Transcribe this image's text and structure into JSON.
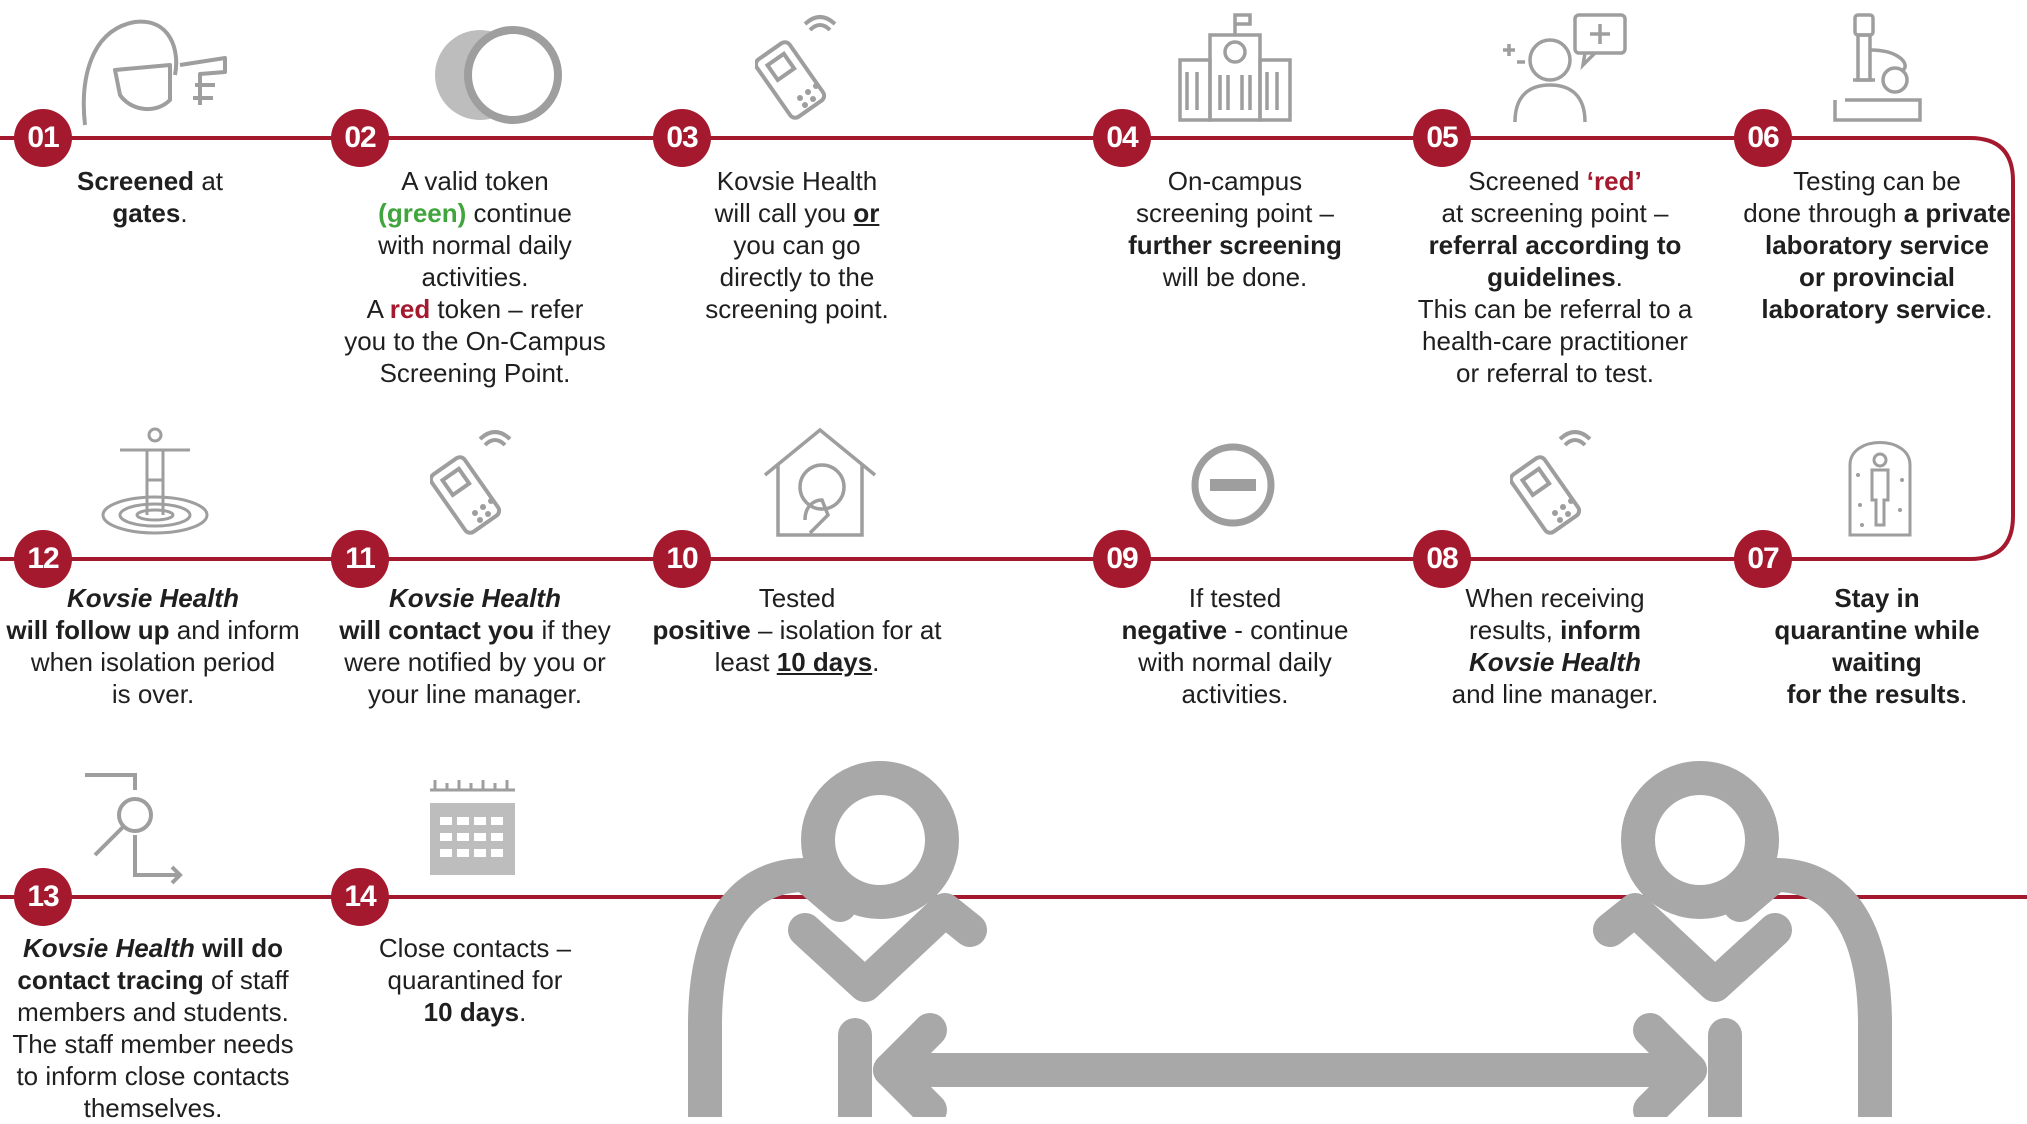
{
  "steps": [
    {
      "num": "01",
      "lines": [
        [
          [
            "b",
            "Screened"
          ],
          [
            "",
            "at"
          ]
        ],
        [
          [
            "b",
            "gates"
          ],
          [
            "",
            "."
          ]
        ]
      ]
    },
    {
      "num": "02",
      "lines": [
        [
          [
            "",
            "A valid token"
          ]
        ],
        [
          [
            "bg",
            "(green)"
          ],
          [
            "",
            " continue"
          ]
        ],
        [
          [
            "",
            "with normal daily"
          ]
        ],
        [
          [
            "",
            "activities."
          ]
        ],
        [
          [
            "",
            "A "
          ],
          [
            "br",
            "red"
          ],
          [
            "",
            " token – refer"
          ]
        ],
        [
          [
            "",
            "you to the On-Campus"
          ]
        ],
        [
          [
            "",
            "Screening Point."
          ]
        ]
      ]
    },
    {
      "num": "03",
      "lines": [
        [
          [
            "",
            "Kovsie Health"
          ]
        ],
        [
          [
            "",
            "will call you "
          ],
          [
            "bu",
            "or"
          ]
        ],
        [
          [
            "",
            "you can go"
          ]
        ],
        [
          [
            "",
            "directly to the"
          ]
        ],
        [
          [
            "",
            "screening point."
          ]
        ]
      ]
    },
    {
      "num": "04",
      "lines": [
        [
          [
            "",
            "On-campus"
          ]
        ],
        [
          [
            "",
            "screening point –"
          ]
        ],
        [
          [
            "b",
            "further screening"
          ]
        ],
        [
          [
            "",
            "will be done."
          ]
        ]
      ]
    },
    {
      "num": "05",
      "lines": [
        [
          [
            "",
            "Screened "
          ],
          [
            "br",
            "‘red’"
          ]
        ],
        [
          [
            "",
            "at screening point –"
          ]
        ],
        [
          [
            "b",
            "referral according to"
          ]
        ],
        [
          [
            "b",
            "guidelines"
          ],
          [
            "",
            "."
          ]
        ],
        [
          [
            "",
            "This can be referral to a"
          ]
        ],
        [
          [
            "",
            "health-care practitioner"
          ]
        ],
        [
          [
            "",
            "or referral to test."
          ]
        ]
      ]
    },
    {
      "num": "06",
      "lines": [
        [
          [
            "",
            "Testing can be"
          ]
        ],
        [
          [
            "",
            "done through "
          ],
          [
            "b",
            "a private"
          ]
        ],
        [
          [
            "b",
            "laboratory service"
          ]
        ],
        [
          [
            "b",
            "or provincial"
          ]
        ],
        [
          [
            "b",
            "laboratory service"
          ],
          [
            "",
            "."
          ]
        ]
      ]
    },
    {
      "num": "07",
      "lines": [
        [
          [
            "b",
            "Stay in"
          ]
        ],
        [
          [
            "b",
            "quarantine while waiting"
          ]
        ],
        [
          [
            "b",
            "for the results"
          ],
          [
            "",
            "."
          ]
        ]
      ]
    },
    {
      "num": "08",
      "lines": [
        [
          [
            "",
            "When receiving"
          ]
        ],
        [
          [
            "",
            "results, "
          ],
          [
            "b",
            "inform"
          ]
        ],
        [
          [
            "bi",
            "Kovsie Health"
          ]
        ],
        [
          [
            "",
            "and line manager."
          ]
        ]
      ]
    },
    {
      "num": "09",
      "lines": [
        [
          [
            "",
            "If tested"
          ]
        ],
        [
          [
            "b",
            "negative"
          ],
          [
            "",
            " - continue"
          ]
        ],
        [
          [
            "",
            "with normal daily"
          ]
        ],
        [
          [
            "",
            "activities."
          ]
        ]
      ]
    },
    {
      "num": "10",
      "lines": [
        [
          [
            "",
            "Tested"
          ]
        ],
        [
          [
            "b",
            "positive"
          ],
          [
            "",
            " – isolation for at"
          ]
        ],
        [
          [
            "",
            "least "
          ],
          [
            "bu",
            "10 days"
          ],
          [
            "",
            "."
          ]
        ]
      ]
    },
    {
      "num": "11",
      "lines": [
        [
          [
            "bi",
            "Kovsie Health"
          ]
        ],
        [
          [
            "b",
            "will contact you"
          ],
          [
            "",
            " if they"
          ]
        ],
        [
          [
            "",
            "were notified by you or"
          ]
        ],
        [
          [
            "",
            "your line manager."
          ]
        ]
      ]
    },
    {
      "num": "12",
      "lines": [
        [
          [
            "bi",
            "Kovsie Health"
          ]
        ],
        [
          [
            "b",
            "will follow up"
          ],
          [
            "",
            " and inform"
          ]
        ],
        [
          [
            "",
            "when isolation period"
          ]
        ],
        [
          [
            "",
            "is over."
          ]
        ]
      ]
    },
    {
      "num": "13",
      "lines": [
        [
          [
            "bi",
            "Kovsie Health"
          ],
          [
            "b",
            " will do"
          ]
        ],
        [
          [
            "b",
            "contact tracing"
          ],
          [
            "",
            " of staff"
          ]
        ],
        [
          [
            "",
            "members and students."
          ]
        ],
        [
          [
            "",
            "The staff member needs"
          ]
        ],
        [
          [
            "",
            "to inform close contacts"
          ]
        ],
        [
          [
            "",
            "themselves."
          ]
        ]
      ]
    },
    {
      "num": "14",
      "lines": [
        [
          [
            "",
            "Close contacts –"
          ]
        ],
        [
          [
            "",
            "quarantined for"
          ]
        ],
        [
          [
            "b",
            "10 days"
          ],
          [
            "",
            "."
          ]
        ]
      ]
    }
  ],
  "icons": [
    "person-mask-thermometer-icon",
    "token-circles-icon",
    "mobile-phone-icon",
    "campus-building-icon",
    "referral-person-icon",
    "microscope-icon",
    "quarantine-capsule-icon",
    "mobile-phone-icon",
    "no-entry-icon",
    "home-isolation-icon",
    "mobile-phone-icon",
    "person-ripple-icon",
    "contact-tracing-search-icon",
    "calendar-icon"
  ],
  "colors": {
    "accent": "#a5192f",
    "green": "#3fa53c",
    "icon": "#9e9e9e"
  }
}
